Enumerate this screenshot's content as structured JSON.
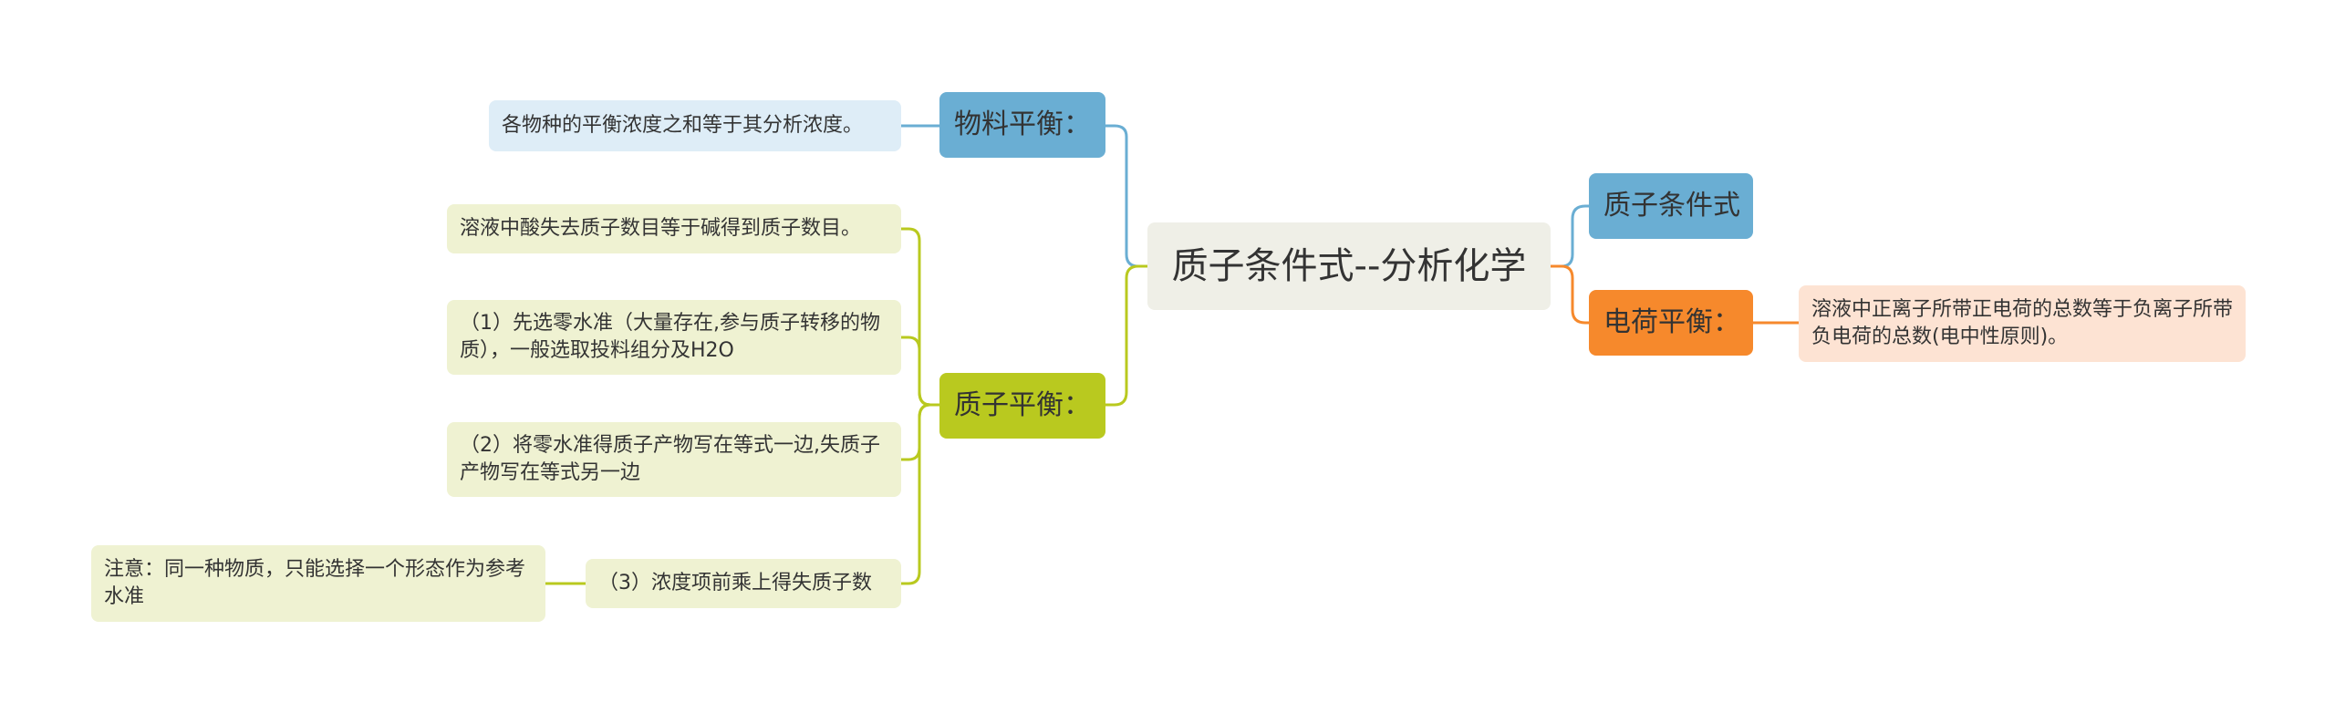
{
  "root": {
    "label": "质子条件式--分析化学"
  },
  "branches": {
    "material_balance": {
      "label": "物料平衡：",
      "leaf": "各物种的平衡浓度之和等于其分析浓度。"
    },
    "proton_balance": {
      "label": "质子平衡：",
      "leaves": [
        "溶液中酸失去质子数目等于碱得到质子数目。",
        "（1）先选零水准（大量存在,参与质子转移的物质），一般选取投料组分及H2O",
        "（2）将零水准得质子产物写在等式一边,失质子产物写在等式另一边",
        "（3）浓度项前乘上得失质子数"
      ],
      "note": "注意：同一种物质，只能选择一个形态作为参考水准"
    },
    "proton_condition": {
      "label": "质子条件式"
    },
    "charge_balance": {
      "label": "电荷平衡：",
      "leaf": "溶液中正离子所带正电荷的总数等于负离子所带负电荷的总数(电中性原则)。"
    }
  },
  "colors": {
    "blue": "#6aaed3",
    "olive": "#b9c91f",
    "orange": "#f6892c",
    "root_bg": "#efefe7"
  }
}
